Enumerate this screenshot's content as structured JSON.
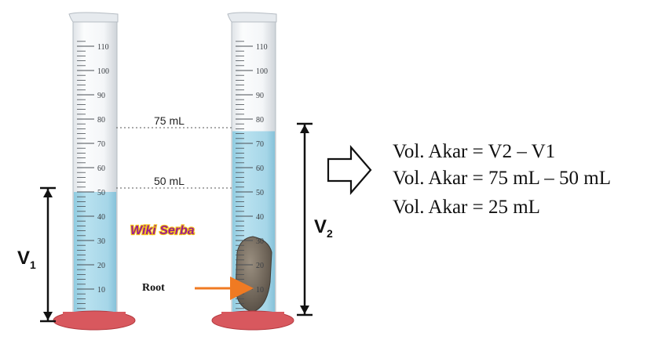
{
  "cylinders": {
    "ticks": [
      "10",
      "20",
      "30",
      "40",
      "50",
      "60",
      "70",
      "80",
      "90",
      "100",
      "110"
    ],
    "left_level_ml": 50,
    "right_level_ml": 75
  },
  "labels": {
    "line_75": "75 mL",
    "line_50": "50 mL",
    "v1_main": "V",
    "v1_sub": "1",
    "v2_main": "V",
    "v2_sub": "2",
    "watermark": "Wiki Serba",
    "root": "Root"
  },
  "formula": {
    "line1": "Vol. Akar = V2 – V1",
    "line2": "Vol. Akar = 75 mL – 50 mL",
    "line3": "Vol. Akar = 25 mL"
  },
  "colors": {
    "water": "#a9d8ea",
    "glass": "#f3f5f7",
    "base": "#d8585e",
    "arrow_orange": "#f07a22",
    "watermark_fill": "#9b1c8c",
    "watermark_outline": "#f5c316"
  }
}
